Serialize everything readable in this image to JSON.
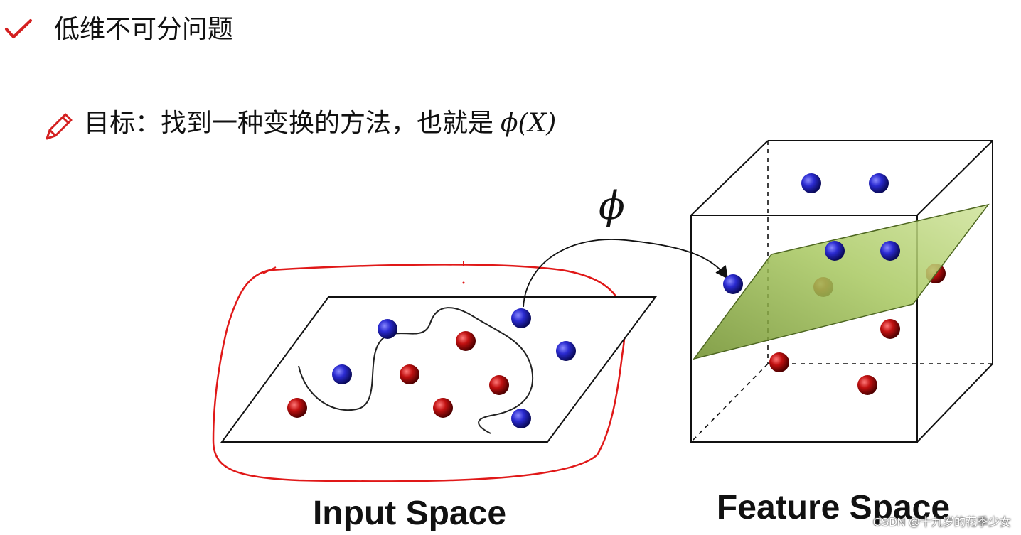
{
  "title": {
    "icon": "check-icon",
    "text": "低维不可分问题"
  },
  "goal": {
    "icon": "pencil-icon",
    "text": "目标：找到一种变换的方法，也就是",
    "formula": "ϕ(X)"
  },
  "diagram": {
    "mapping_symbol": "ϕ",
    "input_label": "Input Space",
    "feature_label": "Feature Space",
    "colors": {
      "blue_point": "#2a2ad0",
      "red_point": "#c01010",
      "annotation": "#e01818",
      "plane_green": "#9fc25a",
      "line": "#111111"
    }
  },
  "watermark": "CSDN @十九岁的花季少女"
}
